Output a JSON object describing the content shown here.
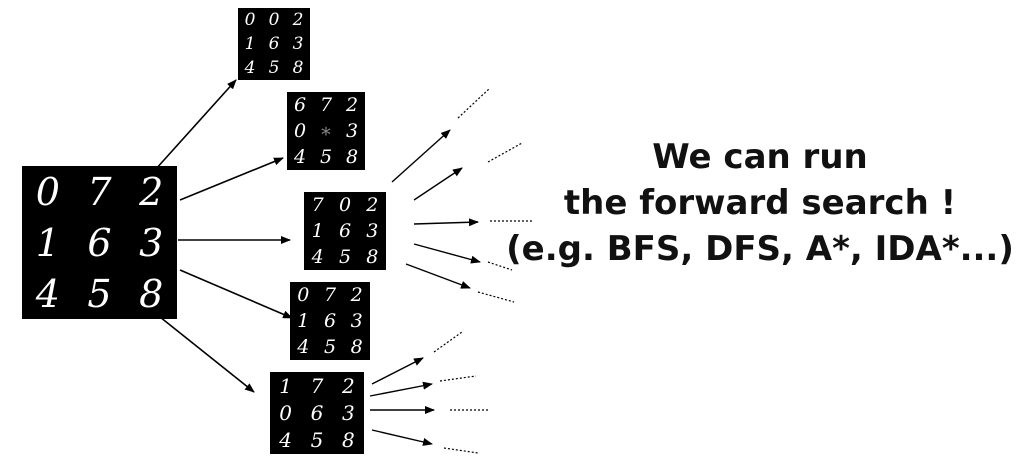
{
  "tiles": {
    "root": [
      "0",
      "7",
      "2",
      "1",
      "6",
      "3",
      "4",
      "5",
      "8"
    ],
    "up": [
      "0",
      "0",
      "2",
      "1",
      "6",
      "3",
      "4",
      "5",
      "8"
    ],
    "left": [
      "6",
      "7",
      "2",
      "0",
      "∗",
      "3",
      "4",
      "5",
      "8"
    ],
    "mid": [
      "7",
      "0",
      "2",
      "1",
      "6",
      "3",
      "4",
      "5",
      "8"
    ],
    "same": [
      "0",
      "7",
      "2",
      "1",
      "6",
      "3",
      "4",
      "5",
      "8"
    ],
    "down": [
      "1",
      "7",
      "2",
      "0",
      "6",
      "3",
      "4",
      "5",
      "8"
    ]
  },
  "caption": {
    "line1": "We can run",
    "line2": "the forward search !",
    "line3": "(e.g. BFS, DFS, A*, IDA*...)"
  }
}
